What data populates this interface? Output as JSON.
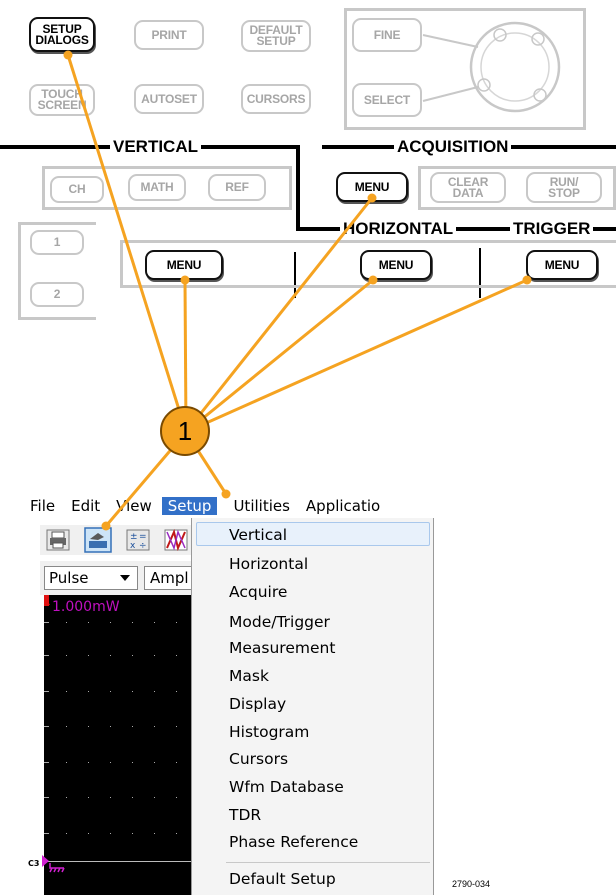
{
  "panel": {
    "buttons": {
      "setup_dialogs": "SETUP\nDIALOGS",
      "print": "PRINT",
      "default_setup": "DEFAULT\nSETUP",
      "fine": "FINE",
      "touch_screen": "TOUCH\nSCREEN",
      "autoset": "AUTOSET",
      "cursors": "CURSORS",
      "select": "SELECT",
      "ch": "CH",
      "math": "MATH",
      "ref": "REF",
      "acq_menu": "MENU",
      "clear_data": "CLEAR\nDATA",
      "run_stop": "RUN/\nSTOP",
      "one": "1",
      "two": "2",
      "vert_menu": "MENU",
      "horiz_menu": "MENU",
      "trig_menu": "MENU"
    },
    "sections": {
      "vertical": "VERTICAL",
      "acquisition": "ACQUISITION",
      "horizontal": "HORIZONTAL",
      "trigger": "TRIGGER"
    }
  },
  "callout": {
    "number": "1"
  },
  "app": {
    "menubar": [
      "File",
      "Edit",
      "View",
      "Setup",
      "Utilities",
      "Applicatio"
    ],
    "toolbar": {
      "pulse_select": "Pulse",
      "ampl_label": "Ampl"
    },
    "scope": {
      "power_readout": "1.000mW",
      "channel_marker": "C3"
    },
    "setup_menu": [
      "Vertical",
      "Horizontal",
      "Acquire",
      "Mode/Trigger",
      "Measurement",
      "Mask",
      "Display",
      "Histogram",
      "Cursors",
      "Wfm Database",
      "TDR",
      "Phase Reference",
      "Default Setup"
    ]
  },
  "figure_id": "2790-034",
  "colors": {
    "callout": "#f5a321",
    "callout_line": "#f5a321",
    "menu_highlight": "#3270c8"
  }
}
